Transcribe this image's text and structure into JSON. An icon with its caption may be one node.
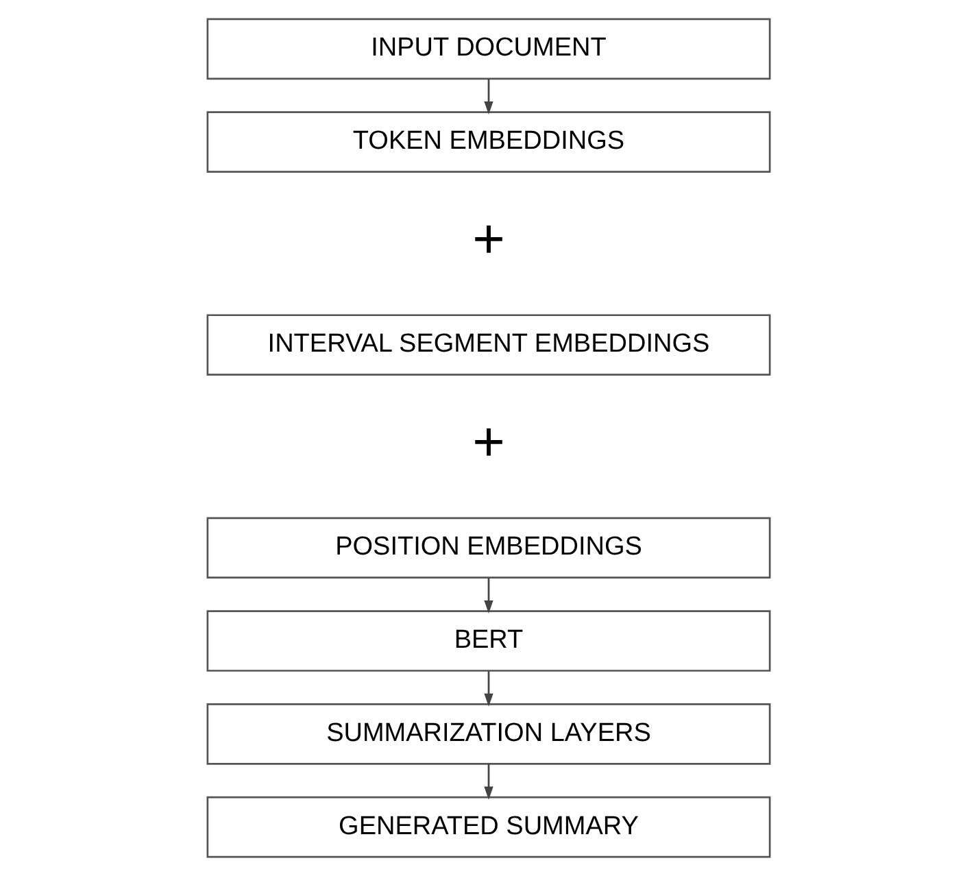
{
  "diagram": {
    "nodes": [
      {
        "text": [
          "INPUT DOCUMENT"
        ]
      },
      {
        "text": [
          "TOKEN EMBEDDINGS"
        ]
      },
      {
        "text": [
          "INTERVAL SEGMENT EMBEDDINGS"
        ]
      },
      {
        "text": [
          "POSITION EMBEDDINGS"
        ]
      },
      {
        "text": [
          "BERT"
        ]
      },
      {
        "text": [
          "SUMMARIZATION LAYERS"
        ]
      },
      {
        "text": [
          "GENERATED SUMMARY"
        ]
      }
    ],
    "edges": [
      {
        "from": 0,
        "to": 1,
        "arrow": "to"
      },
      {
        "from": 3,
        "to": 4,
        "arrow": "to"
      },
      {
        "from": 4,
        "to": 5,
        "arrow": "to"
      },
      {
        "from": 5,
        "to": 6,
        "arrow": "to"
      }
    ],
    "labels": [
      "+",
      "+"
    ]
  }
}
